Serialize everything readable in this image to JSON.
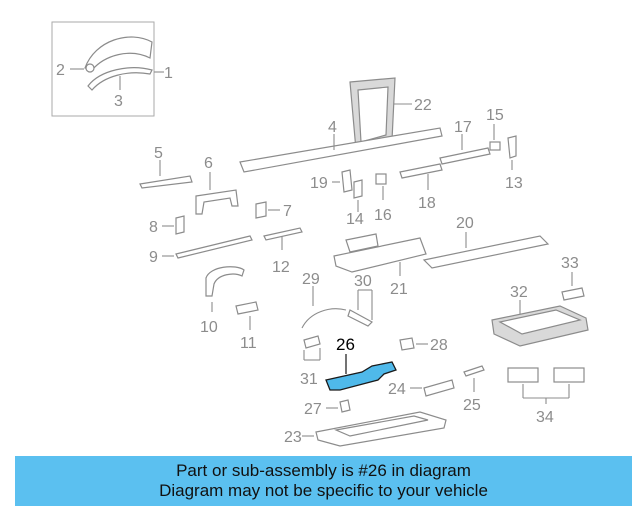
{
  "diagram": {
    "highlight_color": "#4fb9ea",
    "callouts": {
      "c1": "1",
      "c2": "2",
      "c3": "3",
      "c4": "4",
      "c5": "5",
      "c6": "6",
      "c7": "7",
      "c8": "8",
      "c9": "9",
      "c10": "10",
      "c11": "11",
      "c12": "12",
      "c13": "13",
      "c14": "14",
      "c15": "15",
      "c16": "16",
      "c17": "17",
      "c18": "18",
      "c19": "19",
      "c20": "20",
      "c21": "21",
      "c22": "22",
      "c23": "23",
      "c24": "24",
      "c25": "25",
      "c26": "26",
      "c27": "27",
      "c28": "28",
      "c29": "29",
      "c30": "30",
      "c31": "31",
      "c32": "32",
      "c33": "33",
      "c34": "34"
    }
  },
  "caption": {
    "line1": "Part or sub-assembly is #26 in diagram",
    "line2": "Diagram may not be specific to your vehicle",
    "background": "#5bc0f0"
  }
}
